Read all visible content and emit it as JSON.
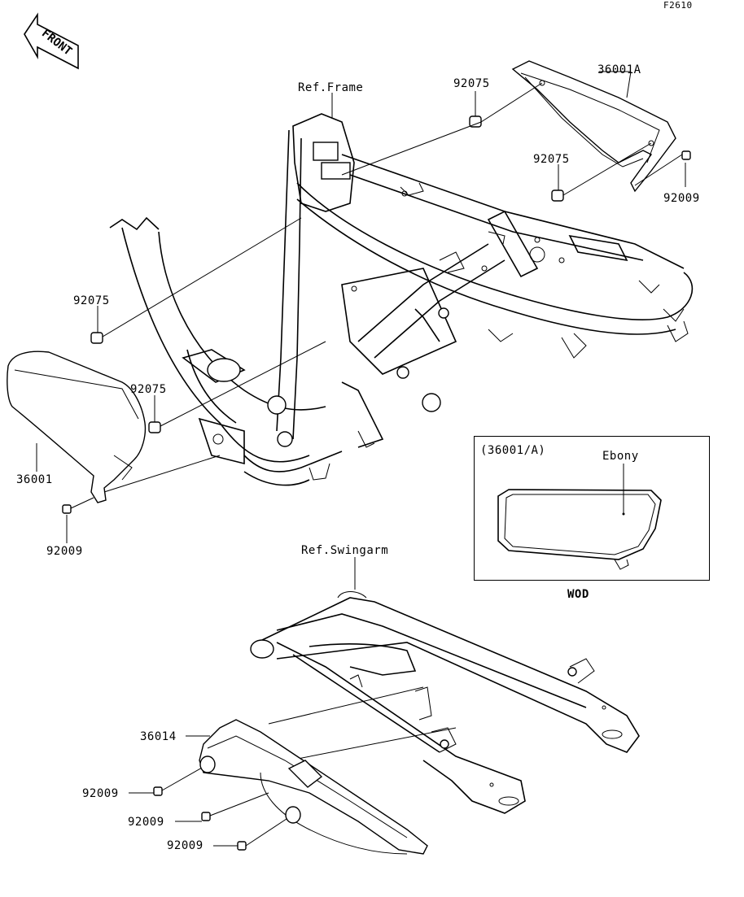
{
  "figure_code": "F2610",
  "front_tag": "FRONT",
  "references": {
    "frame": "Ref.Frame",
    "swingarm": "Ref.Swingarm"
  },
  "parts": {
    "p36001A": "36001A",
    "p36001": "36001",
    "p36014": "36014",
    "p92075_a": "92075",
    "p92075_b": "92075",
    "p92075_c": "92075",
    "p92075_d": "92075",
    "p92009_a": "92009",
    "p92009_b": "92009",
    "p92009_c": "92009",
    "p92009_d": "92009",
    "p92009_e": "92009"
  },
  "inset": {
    "title": "(36001/A)",
    "color_label": "Ebony",
    "caption": "WOD"
  }
}
